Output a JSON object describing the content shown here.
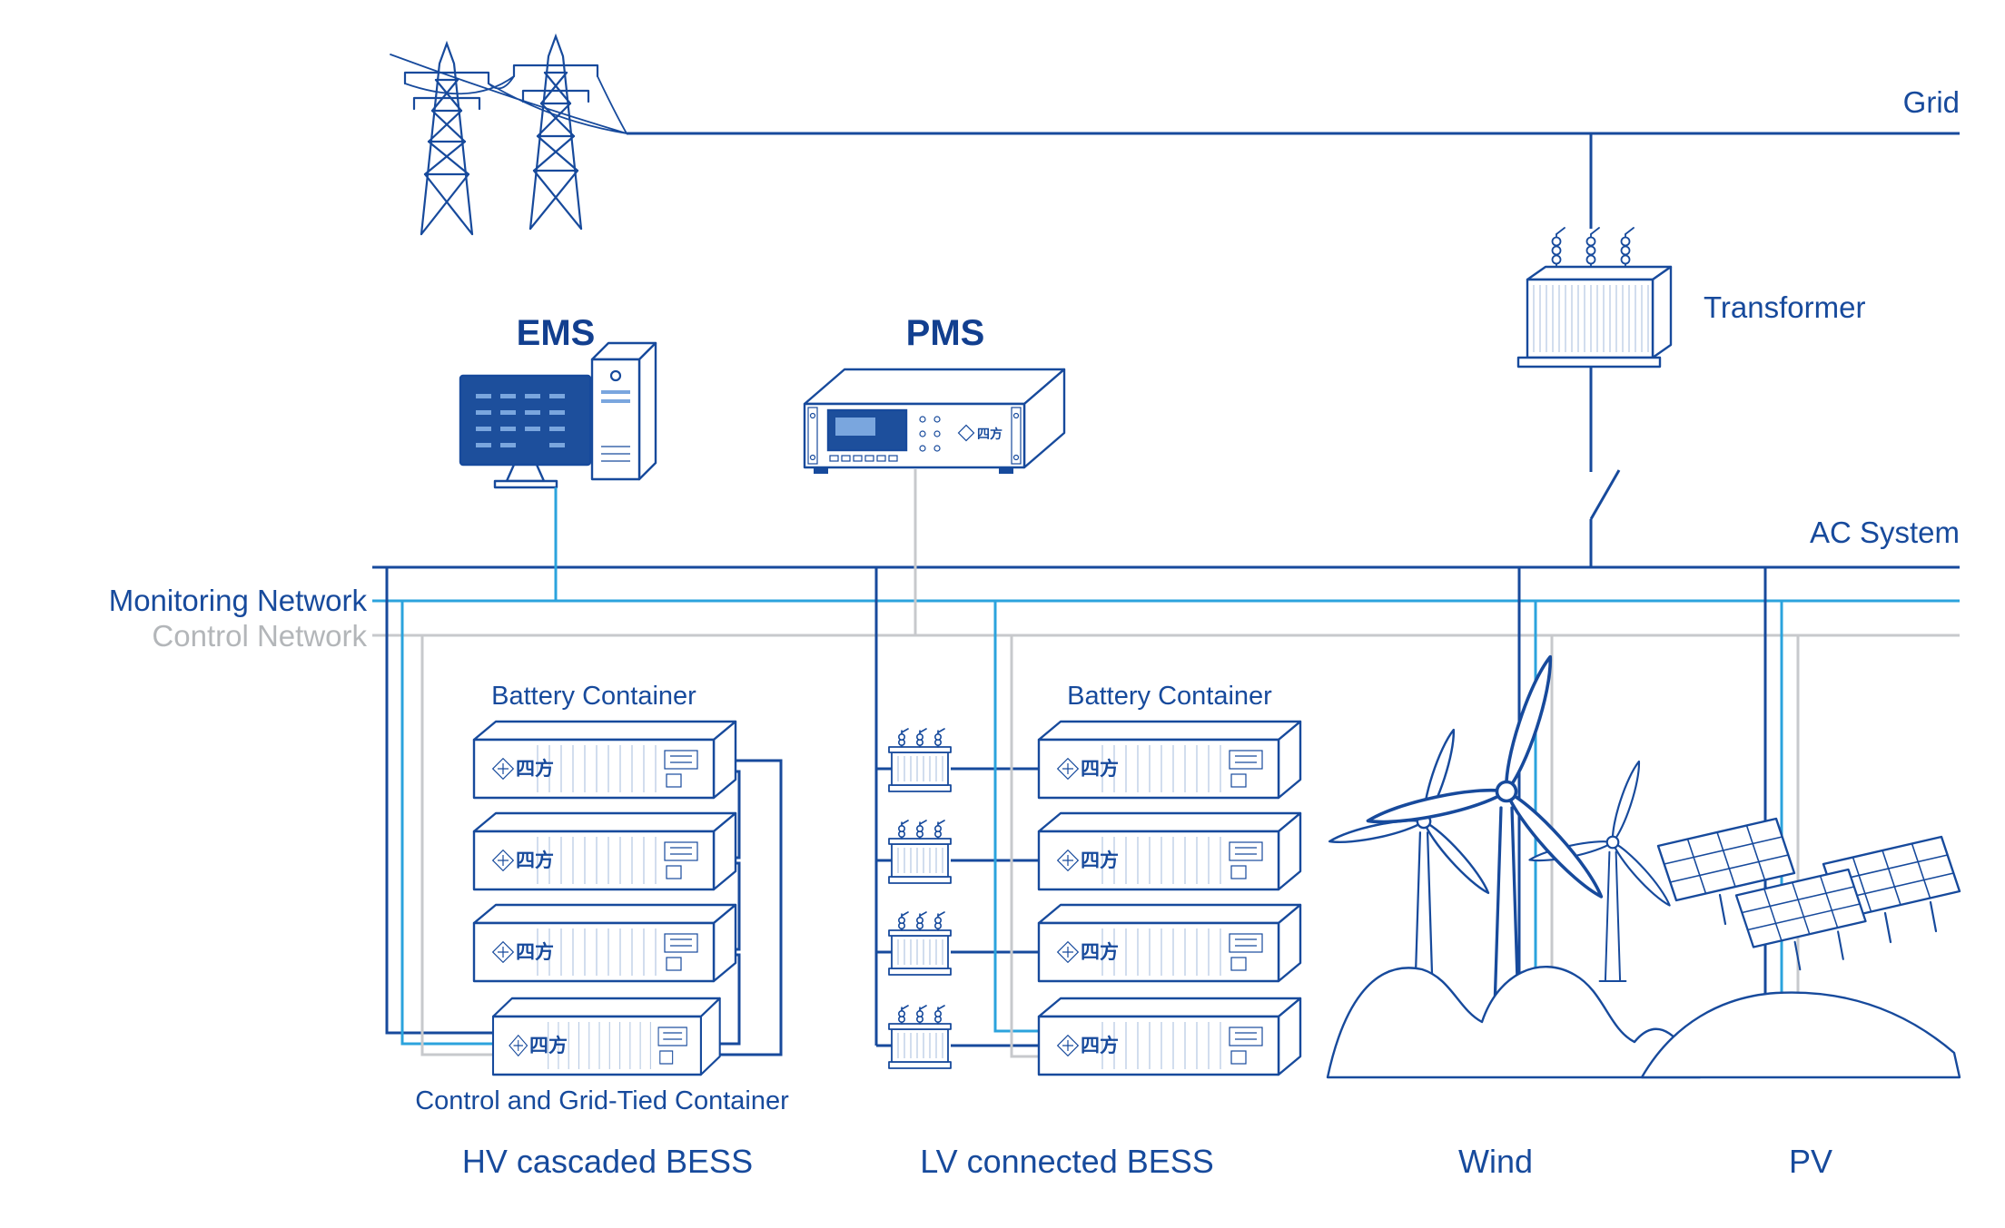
{
  "colors": {
    "primary": "#174a9c",
    "accent": "#2ba3dd",
    "muted": "#c7c9cc",
    "background": "#ffffff"
  },
  "brand": "四方",
  "top": {
    "grid_label": "Grid",
    "transformer_label": "Transformer"
  },
  "devices": {
    "ems_label": "EMS",
    "pms_label": "PMS"
  },
  "buses": {
    "ac_label": "AC System",
    "monitoring_label": "Monitoring Network",
    "control_label": "Control Network"
  },
  "hv": {
    "battery_container_label": "Battery Container",
    "control_container_label": "Control and Grid-Tied Container",
    "title": "HV cascaded BESS"
  },
  "lv": {
    "battery_container_label": "Battery Container",
    "title": "LV connected BESS"
  },
  "renewables": {
    "wind_label": "Wind",
    "pv_label": "PV"
  }
}
